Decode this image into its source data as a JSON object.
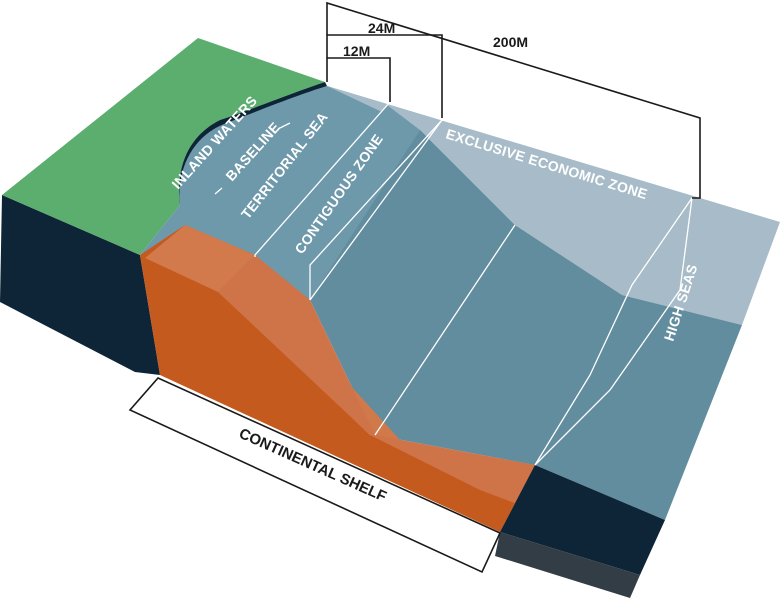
{
  "diagram": {
    "labels": {
      "inland_waters": "INLAND WATERS",
      "baseline": "BASELINE",
      "territorial_sea": "TERRITORIAL SEA",
      "contiguous_zone": "CONTIGUOUS ZONE",
      "eez": "EXCLUSIVE ECONOMIC ZONE",
      "high_seas": "HIGH SEAS",
      "continental_shelf": "CONTINENTAL SHELF"
    },
    "measures": {
      "m12": "12M",
      "m24": "24M",
      "m200": "200M"
    },
    "colors": {
      "land": "#5cae6e",
      "cliff": "#0d2536",
      "sea_surface_light": "#a7bcc8",
      "sea_surface": "#6e99aa",
      "sea_front": "#5f8a9b",
      "shelf_orange": "#c45a1e",
      "shelf_light": "#d0794a",
      "abyss": "#0d2536",
      "abyss_bottom": "#333d46"
    }
  }
}
